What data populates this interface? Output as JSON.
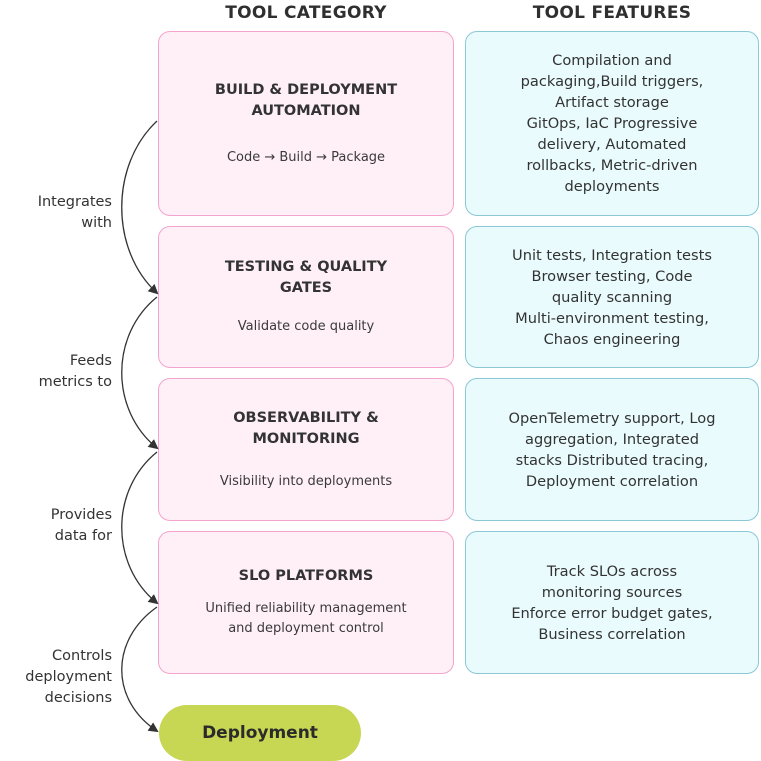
{
  "headers": {
    "category": "TOOL CATEGORY",
    "features": "TOOL FEATURES"
  },
  "rows": [
    {
      "category_title": "BUILD & DEPLOYMENT\nAUTOMATION",
      "category_subtitle": "Code → Build → Package",
      "features": "Compilation and\npackaging,Build triggers,\nArtifact storage\nGitOps, IaC Progressive\ndelivery, Automated\nrollbacks, Metric-driven\ndeployments"
    },
    {
      "category_title": "TESTING & QUALITY\nGATES",
      "category_subtitle": "Validate code quality",
      "features": "Unit tests, Integration tests\nBrowser testing, Code\nquality scanning\nMulti-environment testing,\nChaos engineering"
    },
    {
      "category_title": "OBSERVABILITY &\nMONITORING",
      "category_subtitle": "Visibility into deployments",
      "features": "OpenTelemetry support, Log\naggregation, Integrated\nstacks Distributed tracing,\nDeployment correlation"
    },
    {
      "category_title": "SLO PLATFORMS",
      "category_subtitle": "Unified reliability management\nand deployment control",
      "features": "Track SLOs across\nmonitoring sources\nEnforce error budget gates,\nBusiness correlation"
    }
  ],
  "relations": [
    "Integrates\nwith",
    "Feeds\nmetrics to",
    "Provides\ndata for",
    "Controls\ndeployment\ndecisions"
  ],
  "final_node": "Deployment",
  "colors": {
    "category_fill": "#fff0f7",
    "category_border": "#f3a4cd",
    "feature_fill": "#e9fbfd",
    "feature_border": "#8cc8d6",
    "deployment_fill": "#c8d753"
  }
}
